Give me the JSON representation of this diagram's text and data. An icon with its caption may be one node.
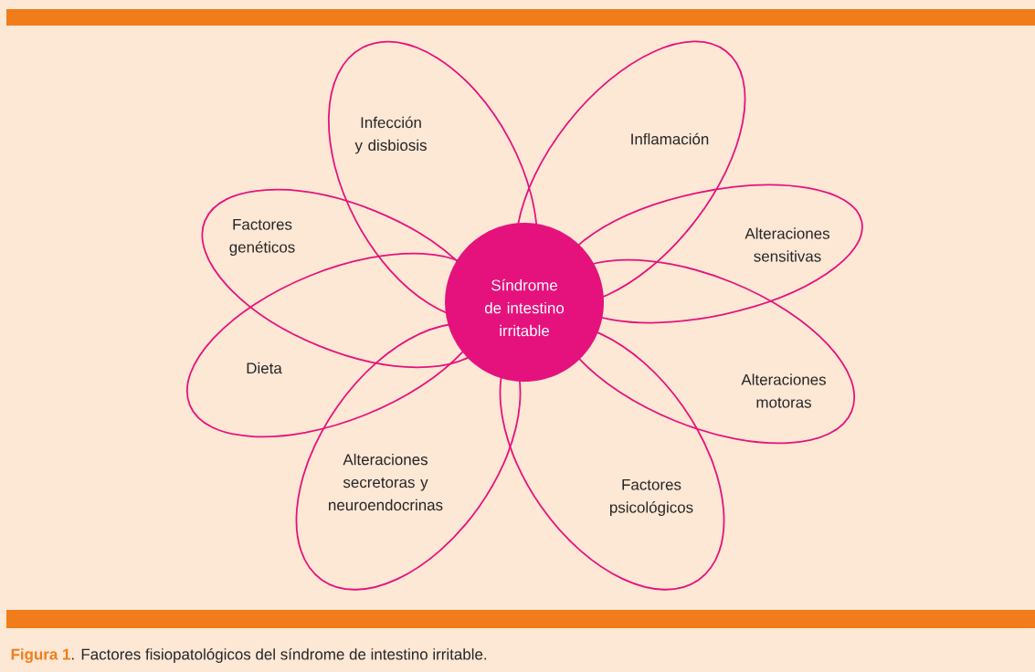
{
  "diagram": {
    "caption": "**Figura 1**. Factores fisiopatológicos del síndrome de intestino irritable.",
    "nodes": [
      {
        "text": [
          "Infección y disbiosis"
        ]
      },
      {
        "text": [
          "Inflamación"
        ]
      },
      {
        "text": [
          "Factores genéticos"
        ]
      },
      {
        "text": [
          "Alteraciones sensitivas"
        ]
      },
      {
        "text": [
          "Síndrome de intestino irritable"
        ]
      },
      {
        "text": [
          "Dieta"
        ]
      },
      {
        "text": [
          "Alteraciones motoras"
        ]
      },
      {
        "text": [
          "Alteraciones secretoras y neuroendocrinas"
        ]
      },
      {
        "text": [
          "Factores psicológicos"
        ]
      }
    ]
  }
}
